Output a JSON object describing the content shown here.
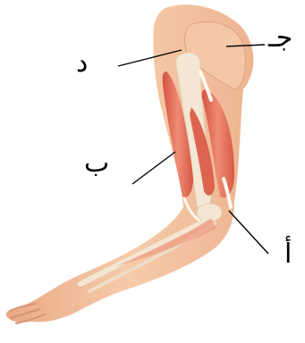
{
  "labels": {
    "jim": "جـ",
    "dal": "د",
    "ba": "ب",
    "alif": "أ"
  },
  "colors": {
    "skin": "#F2C2A0",
    "skin_shadow": "#E3A07D",
    "muscle": "#E5735D",
    "muscle_dark": "#C9473A",
    "bone": "#F3E6D4",
    "tendon": "#FFF8EE",
    "leader_line": "#000000"
  }
}
